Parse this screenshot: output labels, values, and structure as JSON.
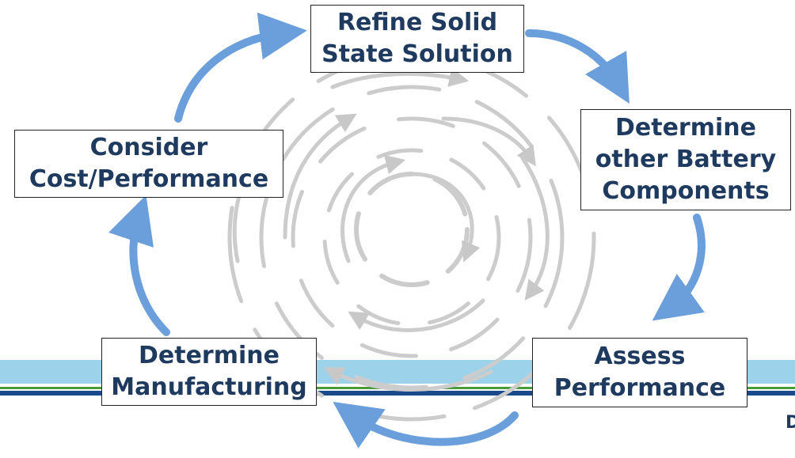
{
  "boxes": {
    "refine": {
      "line1": "Refine Solid",
      "line2": "State Solution"
    },
    "determine_components": {
      "line1": "Determine",
      "line2": "other Battery",
      "line3": "Components"
    },
    "assess": {
      "line1": "Assess",
      "line2": "Performance"
    },
    "manufacturing": {
      "line1": "Determine",
      "line2": "Manufacturing"
    },
    "cost": {
      "line1": "Consider",
      "line2": "Cost/Performance"
    }
  },
  "footer_letter": "D",
  "colors": {
    "cycle_arrow": "#6a9fdc",
    "swirl": "#c8c8c8",
    "box_text": "#1f3a5f",
    "band_light": "#9dd3ea",
    "band_green": "#4a9a3a",
    "band_blue": "#1b4a8a"
  }
}
